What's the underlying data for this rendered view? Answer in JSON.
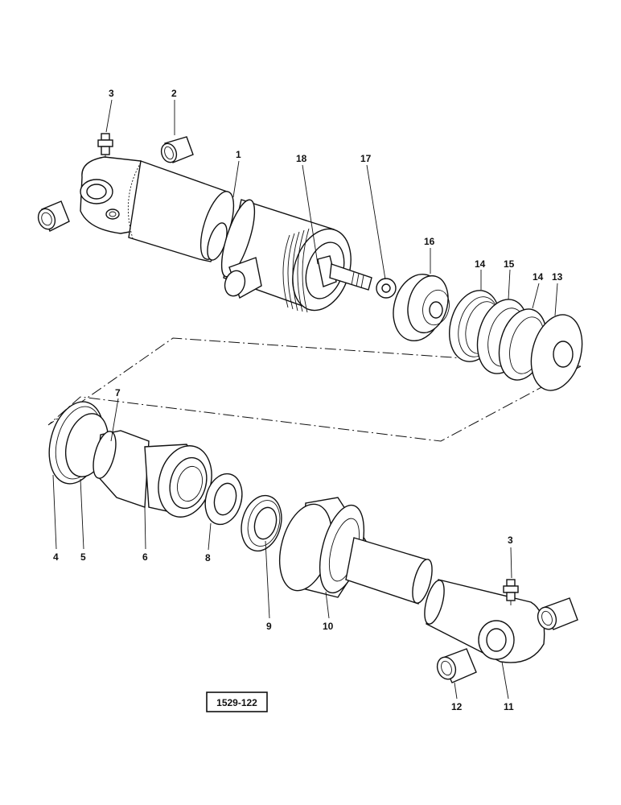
{
  "figure_reference": "1529-122",
  "callouts": {
    "c1": "1",
    "c2": "2",
    "c3a": "3",
    "c3b": "3",
    "c4": "4",
    "c5": "5",
    "c6": "6",
    "c7": "7",
    "c8": "8",
    "c9": "9",
    "c10": "10",
    "c11": "11",
    "c12": "12",
    "c13": "13",
    "c14a": "14",
    "c14b": "14",
    "c15": "15",
    "c16": "16",
    "c17": "17",
    "c18": "18"
  }
}
